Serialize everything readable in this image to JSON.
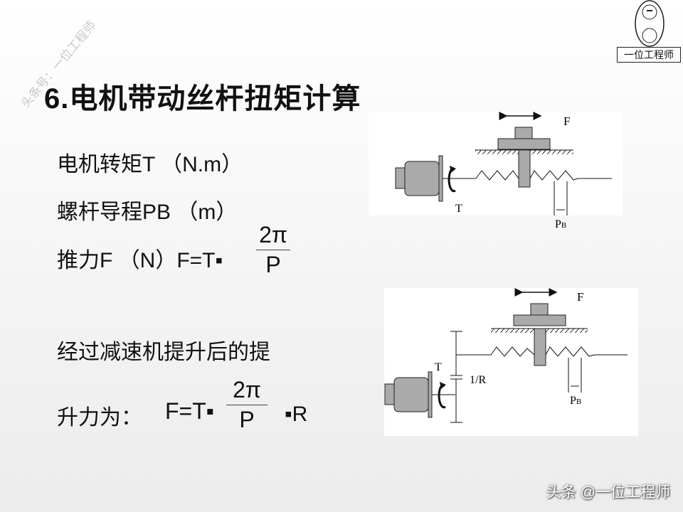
{
  "watermark": "头条号：一位工程师",
  "logo": {
    "text": "一位工程师"
  },
  "title": "6.电机带动丝杆扭矩计算",
  "lines": {
    "torque": "电机转矩T （N.m）",
    "lead": "螺杆导程PB （m）",
    "thrust": "推力F （N）F=T▪",
    "reduction_1": "经过减速机提升后的提",
    "reduction_2": "升力为：",
    "formula2": "F=T▪",
    "r_factor": "▪R"
  },
  "fraction": {
    "numerator": "2π",
    "denominator": "P"
  },
  "diagram1": {
    "force": "F",
    "torque": "T",
    "lead": "P",
    "lead_sub": "B"
  },
  "diagram2": {
    "force": "F",
    "torque": "T",
    "ratio": "1/R",
    "lead": "P",
    "lead_sub": "B"
  },
  "footer": "头条 @一位工程师"
}
